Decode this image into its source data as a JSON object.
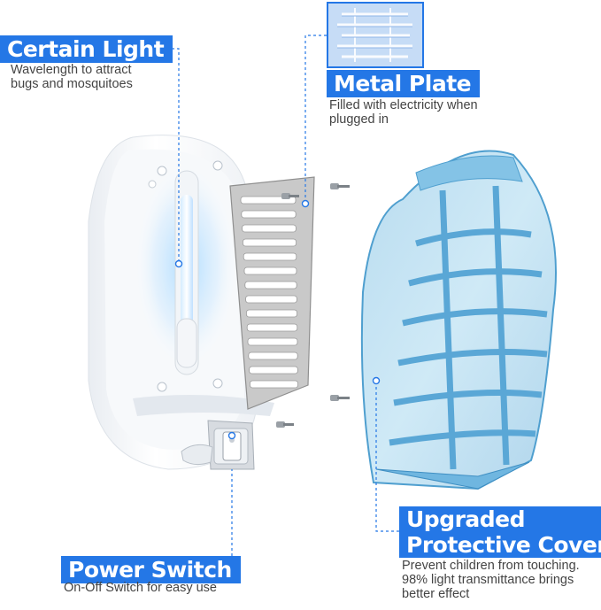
{
  "callouts": {
    "certain_light": {
      "title": "Certain Light",
      "desc_lines": [
        "Wavelength to attract",
        "bugs and mosquitoes"
      ]
    },
    "metal_plate": {
      "title": "Metal Plate",
      "desc_lines": [
        "Filled with electricity when",
        "plugged in"
      ]
    },
    "power_switch": {
      "title": "Power Switch",
      "desc_lines": [
        "On-Off Switch for easy use"
      ]
    },
    "protective_cover": {
      "title_lines": [
        "Upgraded",
        "Protective Cover"
      ],
      "desc_lines": [
        "Prevent children from touching.",
        "98% light transmittance brings",
        "better effect"
      ]
    }
  },
  "colors": {
    "banner_blue": "#2477e6",
    "cover_blue": "#9fd0ea",
    "uv_glow": "#8ec9ff",
    "plate_grey": "#b7b7b7"
  }
}
